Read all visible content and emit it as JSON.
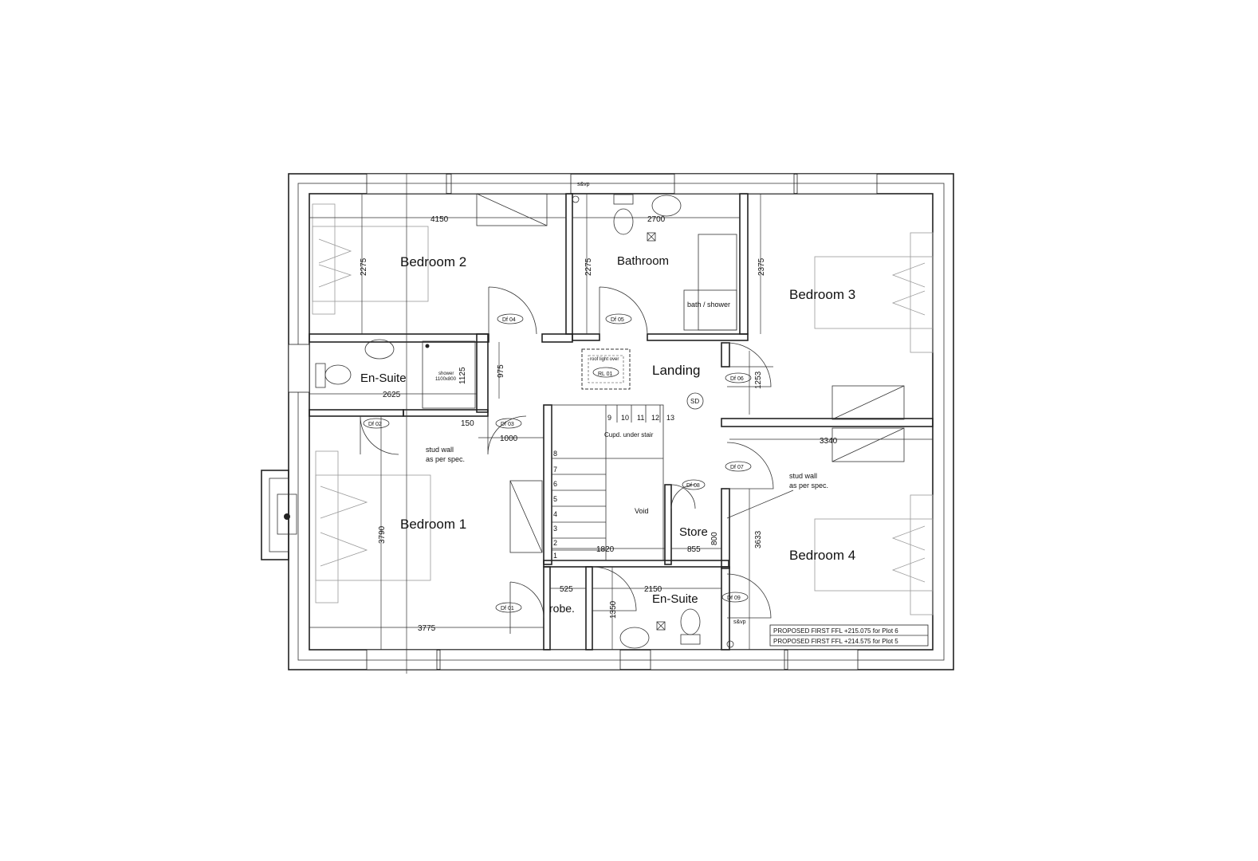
{
  "rooms": {
    "bedroom2": "Bedroom 2",
    "bathroom": "Bathroom",
    "bedroom3": "Bedroom 3",
    "ensuite1": "En-Suite",
    "landing": "Landing",
    "bedroom1": "Bedroom 1",
    "store": "Store",
    "bedroom4": "Bedroom 4",
    "robe": "robe.",
    "ensuite2": "En-Suite",
    "void": "Void"
  },
  "dimensions": {
    "d4150": "4150",
    "d2700": "2700",
    "d2275a": "2275",
    "d2275b": "2275",
    "d2375": "2375",
    "d2625": "2625",
    "d1125": "1125",
    "d975": "975",
    "d150": "150",
    "d1000": "1000",
    "d1253": "1253",
    "d3340": "3340",
    "d3790": "3790",
    "d3633": "3633",
    "d1820": "1820",
    "d855": "855",
    "d800": "800",
    "d525": "525",
    "d2150": "2150",
    "d1350": "1350",
    "d3775": "3775"
  },
  "doors": {
    "df01": "Df 01",
    "df02": "Df 02",
    "df03": "Df 03",
    "df04": "Df 04",
    "df05": "Df 05",
    "df06": "Df 06",
    "df07": "Df 07",
    "df08": "Df 08",
    "df09": "Df 09"
  },
  "annotations": {
    "svp_top": "s&vp",
    "svp_bottom": "s&vp",
    "bath_shower": "bath / shower",
    "shower_line1": "shower",
    "shower_line2": "1100x800",
    "roof_light_over": "roof light over",
    "rl01": "RL 01",
    "sd": "SD",
    "cupd_under_stair": "Cupd. under stair",
    "stud_wall_left_1": "stud wall",
    "stud_wall_left_2": "as per spec.",
    "stud_wall_right_1": "stud wall",
    "stud_wall_right_2": "as per spec."
  },
  "stairs": {
    "steps_left": [
      "8",
      "7",
      "6",
      "5",
      "4",
      "3",
      "2",
      "1"
    ],
    "steps_top": [
      "9",
      "10",
      "11",
      "12",
      "13"
    ]
  },
  "ffl_notes": [
    "PROPOSED FIRST FFL +215.075 for Plot 6",
    "PROPOSED FIRST FFL +214.575 for Plot 5"
  ]
}
